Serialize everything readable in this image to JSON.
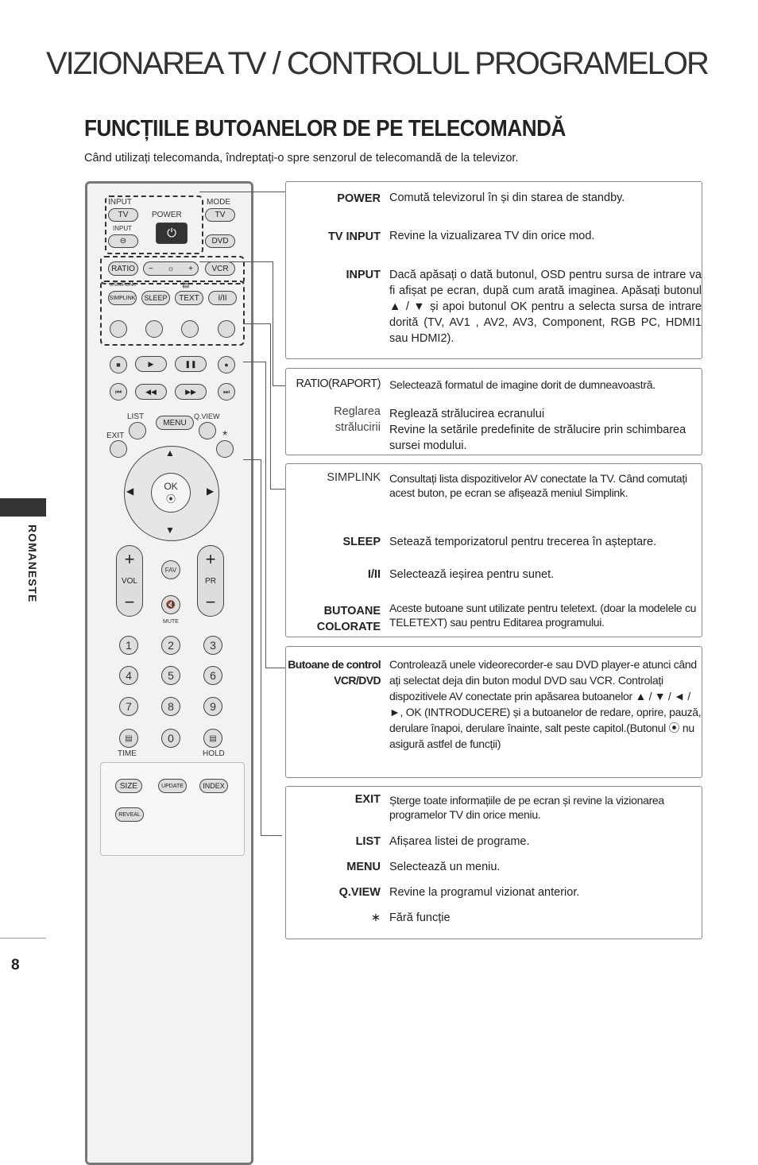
{
  "page_title": "VIZIONAREA TV / CONTROLUL PROGRAMELOR",
  "section_title": "FUNCȚIILE BUTOANELOR DE PE TELECOMANDĂ",
  "intro": "Când utilizați telecomanda, îndreptați-o spre senzorul de telecomandă de la televizor.",
  "side_label": "ROMANESTE",
  "page_number": "8",
  "remote": {
    "input": "INPUT",
    "tv": "TV",
    "mode": "MODE",
    "tv2": "TV",
    "power": "POWER",
    "input_small": "INPUT",
    "dvd": "DVD",
    "ratio": "RATIO",
    "minus": "−",
    "plus": "+",
    "vcr": "VCR",
    "simplink": "SIMPLINK",
    "sleep": "SLEEP",
    "text": "TEXT",
    "i_ii": "I/II",
    "list": "LIST",
    "menu": "MENU",
    "qview": "Q.VIEW",
    "exit": "EXIT",
    "star": "*",
    "ok": "OK",
    "vol": "VOL",
    "pr": "PR",
    "fav": "FAV",
    "mute": "MUTE",
    "digits": [
      "1",
      "2",
      "3",
      "4",
      "5",
      "6",
      "7",
      "8",
      "9",
      "0"
    ],
    "time": "TIME",
    "hold": "HOLD",
    "size": "SIZE",
    "update": "UPDATE",
    "index": "INDEX",
    "reveal": "REVEAL"
  },
  "panel1": [
    {
      "key": "POWER",
      "desc": "Comută televizorul în și din starea de standby."
    },
    {
      "key": "TV INPUT",
      "desc": "Revine la vizualizarea TV din orice mod."
    },
    {
      "key": "INPUT",
      "desc": "Dacă apăsați o dată butonul, OSD pentru sursa de intrare va fi afișat pe ecran, după cum arată imaginea. Apăsați butonul ▲ / ▼ și apoi butonul OK pentru a selecta sursa de intrare dorită (TV, AV1 , AV2, AV3, Component, RGB PC, HDMI1 sau HDMI2)."
    }
  ],
  "panel2": [
    {
      "key": "RATIO(RAPORT)",
      "desc": "Selectează formatul de imagine dorit de dumneavoastră."
    },
    {
      "key": "Reglarea strălucirii",
      "desc": "Reglează strălucirea ecranului\nRevine la setările predefinite de strălucire prin schimbarea sursei modului."
    }
  ],
  "panel3": [
    {
      "key": "SIMPLINK",
      "desc": "Consultați lista dispozitivelor AV conectate la TV. Când comutați acest buton, pe ecran se afișează meniul Simplink."
    },
    {
      "key": "SLEEP",
      "desc": "Setează temporizatorul pentru trecerea în așteptare."
    },
    {
      "key": "I/II",
      "desc": "Selectează ieșirea pentru sunet."
    },
    {
      "key": "BUTOANE COLORATE",
      "desc": "Aceste butoane sunt utilizate pentru teletext. (doar la modelele cu TELETEXT) sau pentru Editarea programului."
    }
  ],
  "panel4": [
    {
      "key": "Butoane de control VCR/DVD",
      "desc": "Controlează unele videorecorder-e sau DVD player-e atunci când ați selectat deja din buton modul DVD sau VCR. Controlați dispozitivele AV conectate prin apăsarea butoanelor ▲ / ▼ / ◄ / ►, OK (INTRODUCERE) și a butoanelor de redare, oprire, pauză, derulare înapoi, derulare înainte, salt peste capitol.(Butonul ⦿ nu asigură astfel de funcții)"
    }
  ],
  "panel5": [
    {
      "key": "EXIT",
      "desc": "Șterge toate informațiile de pe ecran și revine la vizionarea programelor TV din orice meniu."
    },
    {
      "key": "LIST",
      "desc": "Afișarea listei de programe."
    },
    {
      "key": "MENU",
      "desc": "Selectează un meniu."
    },
    {
      "key": "Q.VIEW",
      "desc": "Revine la programul vizionat anterior."
    },
    {
      "key": "∗",
      "desc": "Fără funcție"
    }
  ]
}
